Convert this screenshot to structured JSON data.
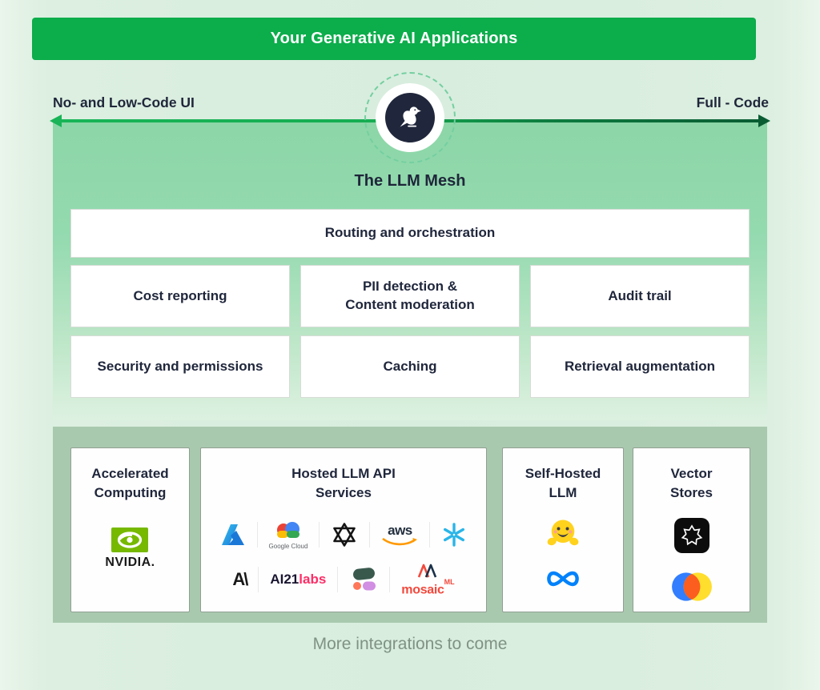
{
  "colors": {
    "banner_green": "#0cad4b",
    "arrow_green": "#18b457",
    "arrow_dark_green": "#0a5c33",
    "mesh_green": "#8cd6a7",
    "page_background_green": "#dcefe0",
    "integrations_panel_green": "#a9c9ae",
    "text_navy": "#20273c",
    "footer_gray": "#7f9284",
    "nvidia_green": "#76b900",
    "snowflake_blue": "#29b5e8",
    "meta_blue": "#0082fb",
    "aws_orange": "#ff9900"
  },
  "banner": {
    "title": "Your Generative AI Applications"
  },
  "spectrum": {
    "left_label": "No- and Low-Code UI",
    "right_label": "Full - Code",
    "center_icon": "dataiku-bird"
  },
  "mesh": {
    "title": "The LLM Mesh",
    "row1": [
      "Routing and orchestration"
    ],
    "row2": [
      "Cost reporting",
      "PII detection &\nContent moderation",
      "Audit trail"
    ],
    "row3": [
      "Security and permissions",
      "Caching",
      "Retrieval augmentation"
    ]
  },
  "integrations": {
    "cards": [
      {
        "title": "Accelerated\nComputing",
        "logos": [
          "NVIDIA"
        ]
      },
      {
        "title": "Hosted LLM API\nServices",
        "logos": [
          "Microsoft Azure",
          "Google Cloud",
          "OpenAI",
          "AWS",
          "Snowflake",
          "Anthropic",
          "AI21 labs",
          "Cohere",
          "MosaicML"
        ]
      },
      {
        "title": "Self-Hosted\nLLM",
        "logos": [
          "Hugging Face",
          "Meta"
        ]
      },
      {
        "title": "Vector\nStores",
        "logos": [
          "Pinecone",
          "Chroma"
        ]
      }
    ],
    "wordmarks": {
      "nvidia": "NVIDIA.",
      "google_cloud": "Google Cloud",
      "aws": "aws",
      "anthropic": "A\\",
      "ai21_a": "AI21",
      "ai21_b": "labs",
      "mosaic": "mosaic",
      "mosaic_sup": "ML"
    }
  },
  "footer": {
    "note": "More integrations to come"
  }
}
